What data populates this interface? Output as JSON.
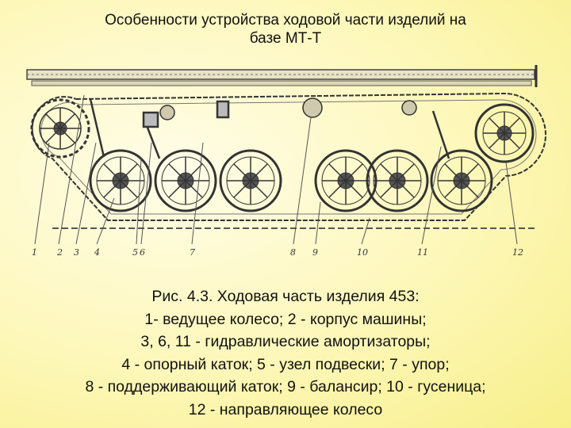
{
  "slide": {
    "title_lines": [
      "Особенности устройства ходовой части изделий на",
      "базе МТ-Т"
    ],
    "figure_callouts": [
      "1",
      "2",
      "3",
      "4",
      "5",
      "6",
      "7",
      "8",
      "9",
      "10",
      "11",
      "12"
    ],
    "caption_lines": [
      "Рис. 4.3. Ходовая часть изделия 453:",
      "1- ведущее колесо; 2 - корпус машины;",
      "3, 6, 11 - гидравлические амортизаторы;",
      "4 - опорный каток; 5 - узел подвески; 7 - упор;",
      "8 - поддерживающий каток; 9 - балансир; 10 - гусеница;",
      "12 - направляющее колесо"
    ]
  }
}
